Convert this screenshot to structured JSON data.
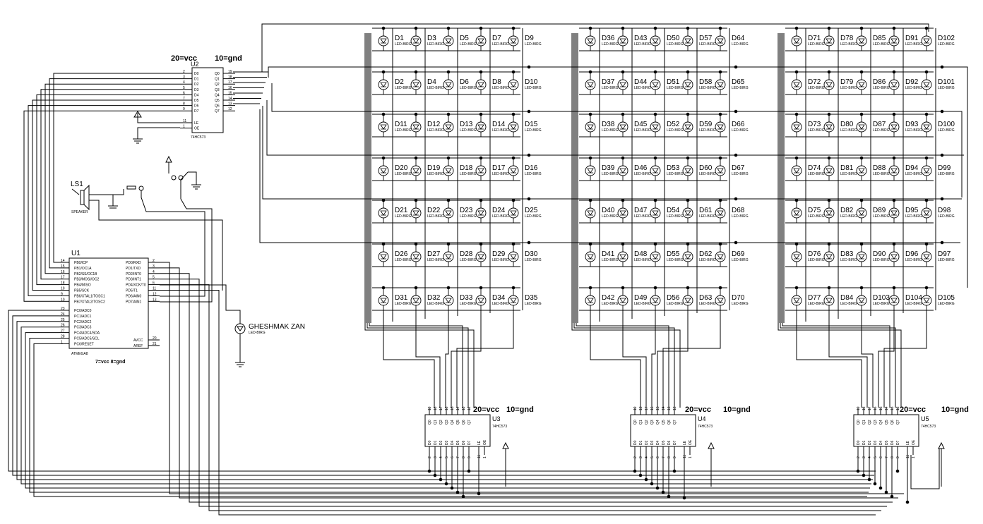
{
  "notes": {
    "u2_vcc": "20=vcc",
    "u2_gnd": "10=gnd",
    "u3_vcc": "20=vcc",
    "u3_gnd": "10=gnd",
    "u4_vcc": "20=vcc",
    "u4_gnd": "10=gnd",
    "u5_vcc": "20=vcc",
    "u5_gnd": "10=gnd",
    "u1_power": "7=vcc     8=gnd"
  },
  "u2": {
    "ref": "U2",
    "part": "74HC573",
    "left_pins": [
      {
        "num": "2",
        "name": "D0"
      },
      {
        "num": "3",
        "name": "D1"
      },
      {
        "num": "4",
        "name": "D2"
      },
      {
        "num": "5",
        "name": "D3"
      },
      {
        "num": "6",
        "name": "D4"
      },
      {
        "num": "7",
        "name": "D5"
      },
      {
        "num": "8",
        "name": "D6"
      },
      {
        "num": "9",
        "name": "D7"
      }
    ],
    "ctrl_pins": [
      {
        "num": "11",
        "name": "LE"
      },
      {
        "num": "1",
        "name": "OE"
      }
    ],
    "right_pins": [
      {
        "num": "19",
        "name": "Q0"
      },
      {
        "num": "18",
        "name": "Q1"
      },
      {
        "num": "17",
        "name": "Q2"
      },
      {
        "num": "16",
        "name": "Q3"
      },
      {
        "num": "15",
        "name": "Q4"
      },
      {
        "num": "14",
        "name": "Q5"
      },
      {
        "num": "13",
        "name": "Q6"
      },
      {
        "num": "12",
        "name": "Q7"
      }
    ]
  },
  "u1": {
    "ref": "U1",
    "part": "ATMEGA8",
    "left_pins": [
      {
        "num": "14",
        "name": "PB0/ICP"
      },
      {
        "num": "15",
        "name": "PB1/OC1A"
      },
      {
        "num": "16",
        "name": "PB2/SS/OC1B"
      },
      {
        "num": "17",
        "name": "PB3/MOSI/OC2"
      },
      {
        "num": "18",
        "name": "PB4/MISO"
      },
      {
        "num": "19",
        "name": "PB5/SCK"
      },
      {
        "num": "9",
        "name": "PB6/XTAL1/TOSC1"
      },
      {
        "num": "10",
        "name": "PB7/XTAL2/TOSC2"
      },
      {
        "num": "23",
        "name": "PC0/ADC0"
      },
      {
        "num": "24",
        "name": "PC1/ADC1"
      },
      {
        "num": "25",
        "name": "PC2/ADC2"
      },
      {
        "num": "26",
        "name": "PC3/ADC3"
      },
      {
        "num": "27",
        "name": "PC4/ADC4/SDA"
      },
      {
        "num": "28",
        "name": "PC5/ADC5/SCL"
      },
      {
        "num": "1",
        "name": "PC6/RESET"
      }
    ],
    "right_pins": [
      {
        "num": "2",
        "name": "PD0/RXD"
      },
      {
        "num": "3",
        "name": "PD1/TXD"
      },
      {
        "num": "4",
        "name": "PD2/INT0"
      },
      {
        "num": "5",
        "name": "PD3/INT1"
      },
      {
        "num": "6",
        "name": "PD4/XCK/T0"
      },
      {
        "num": "11",
        "name": "PD5/T1"
      },
      {
        "num": "12",
        "name": "PD6/AIN0"
      },
      {
        "num": "13",
        "name": "PD7/AIN1"
      }
    ],
    "power_pins": [
      {
        "num": "20",
        "name": "AVCC"
      },
      {
        "num": "21",
        "name": "AREF"
      }
    ]
  },
  "bottom_latches": [
    {
      "ref": "U3",
      "part": "74HC573"
    },
    {
      "ref": "U4",
      "part": "74HC573"
    },
    {
      "ref": "U5",
      "part": "74HC573"
    }
  ],
  "latch_top_pins": [
    "19",
    "18",
    "17",
    "16",
    "15",
    "14",
    "13",
    "12"
  ],
  "latch_top_names": [
    "Q0",
    "Q1",
    "Q2",
    "Q3",
    "Q4",
    "Q5",
    "Q6",
    "Q7"
  ],
  "latch_bottom_pins": [
    "2",
    "3",
    "4",
    "5",
    "6",
    "7",
    "8",
    "9"
  ],
  "latch_bottom_names": [
    "D0",
    "D1",
    "D2",
    "D3",
    "D4",
    "D5",
    "D6",
    "D7"
  ],
  "latch_ctrl": [
    {
      "num": "11",
      "name": "LE"
    },
    {
      "num": "1",
      "name": "OE"
    }
  ],
  "speaker": {
    "ref": "LS1",
    "type": "SPEAKER"
  },
  "indicator": {
    "ref": "GHESHMAK ZAN",
    "type": "LED-BIRG"
  },
  "led_type": "LED-BIRG",
  "led_blocks": [
    {
      "rows": [
        [
          "D1",
          "D3",
          "D5",
          "D7",
          "D9"
        ],
        [
          "D2",
          "D4",
          "D6",
          "D8",
          "D10"
        ],
        [
          "D11",
          "D12",
          "D13",
          "D14",
          "D15"
        ],
        [
          "D20",
          "D19",
          "D18",
          "D17",
          "D16"
        ],
        [
          "D21",
          "D22",
          "D23",
          "D24",
          "D25"
        ],
        [
          "D26",
          "D27",
          "D28",
          "D29",
          "D30"
        ],
        [
          "D31",
          "D32",
          "D33",
          "D34",
          "D35"
        ]
      ]
    },
    {
      "rows": [
        [
          "D36",
          "D43",
          "D50",
          "D57",
          "D64"
        ],
        [
          "D37",
          "D44",
          "D51",
          "D58",
          "D65"
        ],
        [
          "D38",
          "D45",
          "D52",
          "D59",
          "D66"
        ],
        [
          "D39",
          "D46",
          "D53",
          "D60",
          "D67"
        ],
        [
          "D40",
          "D47",
          "D54",
          "D61",
          "D68"
        ],
        [
          "D41",
          "D48",
          "D55",
          "D62",
          "D69"
        ],
        [
          "D42",
          "D49",
          "D56",
          "D63",
          "D70"
        ]
      ]
    },
    {
      "rows": [
        [
          "D71",
          "D78",
          "D85",
          "D91",
          "D102"
        ],
        [
          "D72",
          "D79",
          "D86",
          "D92",
          "D101"
        ],
        [
          "D73",
          "D80",
          "D87",
          "D93",
          "D100"
        ],
        [
          "D74",
          "D81",
          "D88",
          "D94",
          "D99"
        ],
        [
          "D75",
          "D82",
          "D89",
          "D95",
          "D98"
        ],
        [
          "D76",
          "D83",
          "D90",
          "D96",
          "D97"
        ],
        [
          "D77",
          "D84",
          "D103",
          "D104",
          "D105"
        ]
      ]
    }
  ]
}
